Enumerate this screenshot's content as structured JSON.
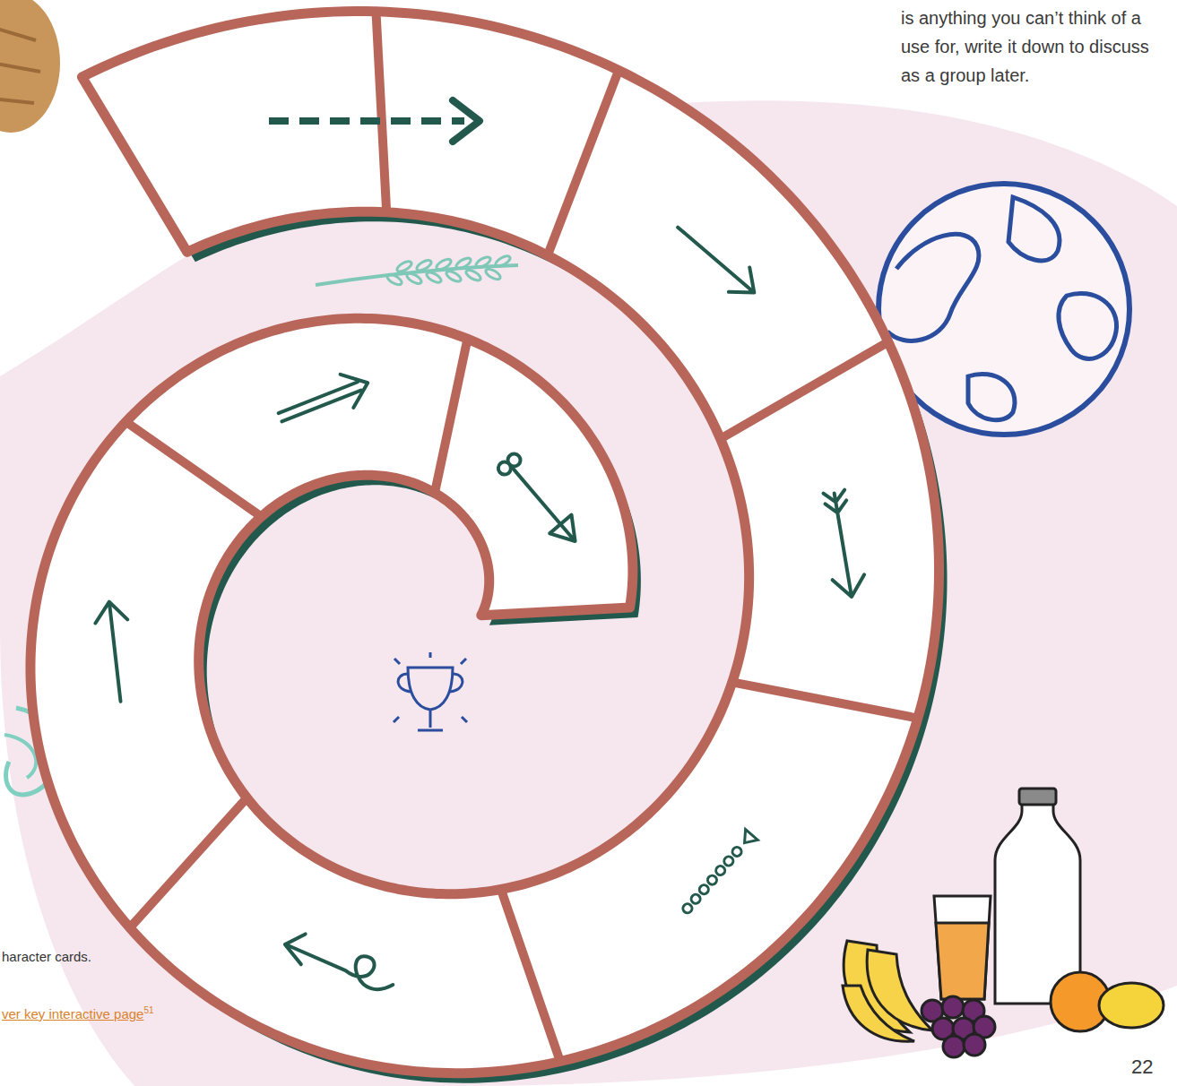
{
  "diagram": {
    "labels": [
      "is anything you can’t think of a use for, write it down to discuss as a group later.",
      "haracter cards.",
      "ver key interactive page",
      "51",
      "22"
    ]
  }
}
